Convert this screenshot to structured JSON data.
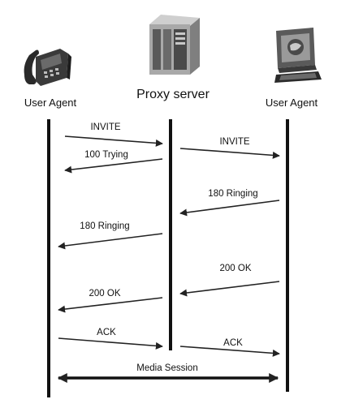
{
  "nodes": {
    "left_label": "User Agent",
    "proxy_label": "Proxy server",
    "right_label": "User Agent"
  },
  "icons": {
    "left": "telephone-icon",
    "proxy": "server-icon",
    "right": "computer-icon"
  },
  "messages": [
    {
      "label": "INVITE"
    },
    {
      "label": "100 Trying"
    },
    {
      "label": "INVITE"
    },
    {
      "label": "180 Ringing"
    },
    {
      "label": "180 Ringing"
    },
    {
      "label": "200 OK"
    },
    {
      "label": "200 OK"
    },
    {
      "label": "ACK"
    },
    {
      "label": "ACK"
    },
    {
      "label": "Media Session"
    }
  ]
}
